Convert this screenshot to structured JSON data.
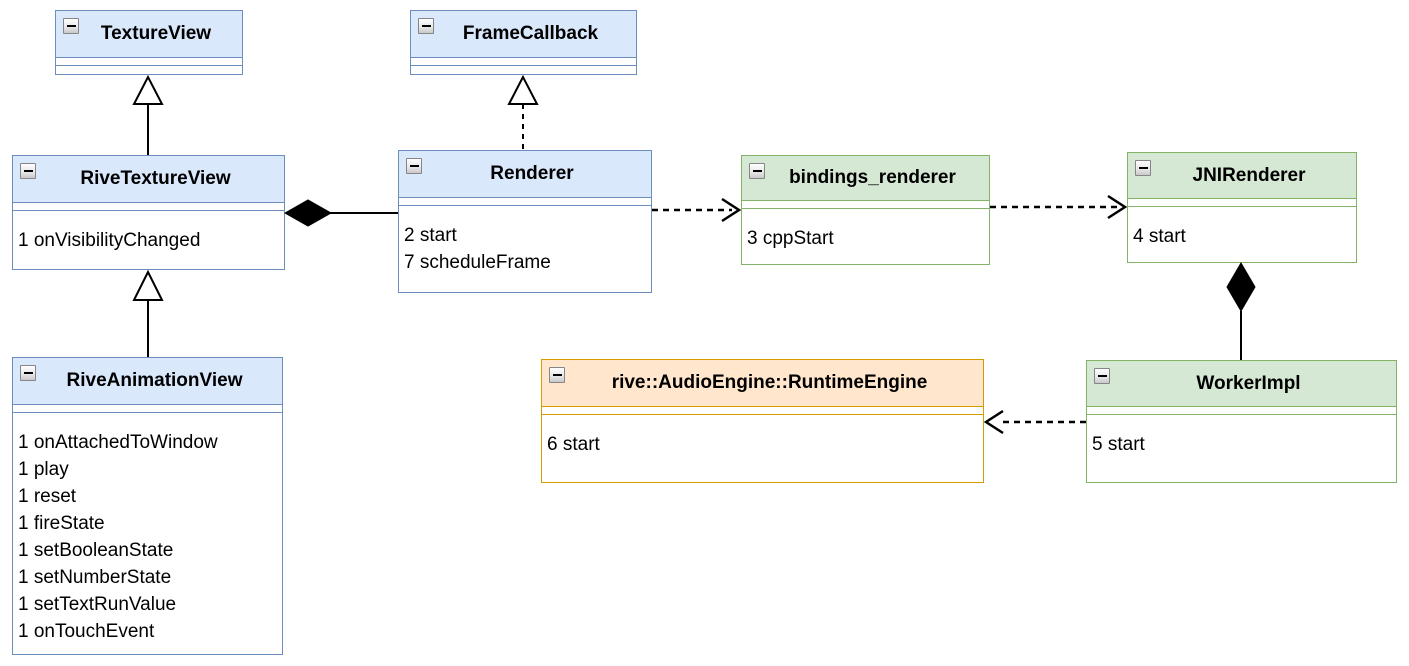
{
  "diagram_type": "uml-class-diagram",
  "palette": {
    "blue": {
      "fill": "#dae8fc",
      "stroke": "#6c8ebf"
    },
    "green": {
      "fill": "#d5e8d4",
      "stroke": "#82b366"
    },
    "orange": {
      "fill": "#ffe6cc",
      "stroke": "#d79b00"
    },
    "line": "#000000",
    "background": "#ffffff"
  },
  "icons": {
    "collapse": "minus-icon"
  },
  "classes": [
    {
      "id": "texture-view",
      "title": "TextureView",
      "color": "blue",
      "methods": []
    },
    {
      "id": "frame-callback",
      "title": "FrameCallback",
      "color": "blue",
      "methods": []
    },
    {
      "id": "rive-texture-view",
      "title": "RiveTextureView",
      "color": "blue",
      "methods": [
        "1 onVisibilityChanged"
      ]
    },
    {
      "id": "renderer",
      "title": "Renderer",
      "color": "blue",
      "methods": [
        "2 start",
        "7 scheduleFrame"
      ]
    },
    {
      "id": "bindings-renderer",
      "title": "bindings_renderer",
      "color": "green",
      "methods": [
        "3 cppStart"
      ]
    },
    {
      "id": "jni-renderer",
      "title": "JNIRenderer",
      "color": "green",
      "methods": [
        "4 start"
      ]
    },
    {
      "id": "rive-animation-view",
      "title": "RiveAnimationView",
      "color": "blue",
      "methods": [
        "1 onAttachedToWindow",
        "1 play",
        "1 reset",
        "1 fireState",
        "1 setBooleanState",
        "1 setNumberState",
        "1 setTextRunValue",
        "1 onTouchEvent"
      ]
    },
    {
      "id": "runtime-engine",
      "title": "rive::AudioEngine::RuntimeEngine",
      "color": "orange",
      "methods": [
        "6 start"
      ]
    },
    {
      "id": "worker-impl",
      "title": "WorkerImpl",
      "color": "green",
      "methods": [
        "5 start"
      ]
    }
  ],
  "connectors": [
    {
      "type": "generalization",
      "from": "RiveTextureView",
      "to": "TextureView",
      "style": "solid-line-hollow-triangle"
    },
    {
      "type": "realization",
      "from": "Renderer",
      "to": "FrameCallback",
      "style": "dashed-line-hollow-triangle"
    },
    {
      "type": "composition",
      "owner": "RiveTextureView",
      "part": "Renderer",
      "style": "solid-line-filled-diamond"
    },
    {
      "type": "dependency",
      "from": "Renderer",
      "to": "bindings_renderer",
      "style": "dashed-line-open-arrow"
    },
    {
      "type": "dependency",
      "from": "bindings_renderer",
      "to": "JNIRenderer",
      "style": "dashed-line-open-arrow"
    },
    {
      "type": "composition",
      "owner": "JNIRenderer",
      "part": "WorkerImpl",
      "style": "solid-line-filled-diamond"
    },
    {
      "type": "dependency",
      "from": "WorkerImpl",
      "to": "rive::AudioEngine::RuntimeEngine",
      "style": "dashed-line-open-arrow"
    },
    {
      "type": "generalization",
      "from": "RiveAnimationView",
      "to": "RiveTextureView",
      "style": "solid-line-hollow-triangle"
    }
  ]
}
